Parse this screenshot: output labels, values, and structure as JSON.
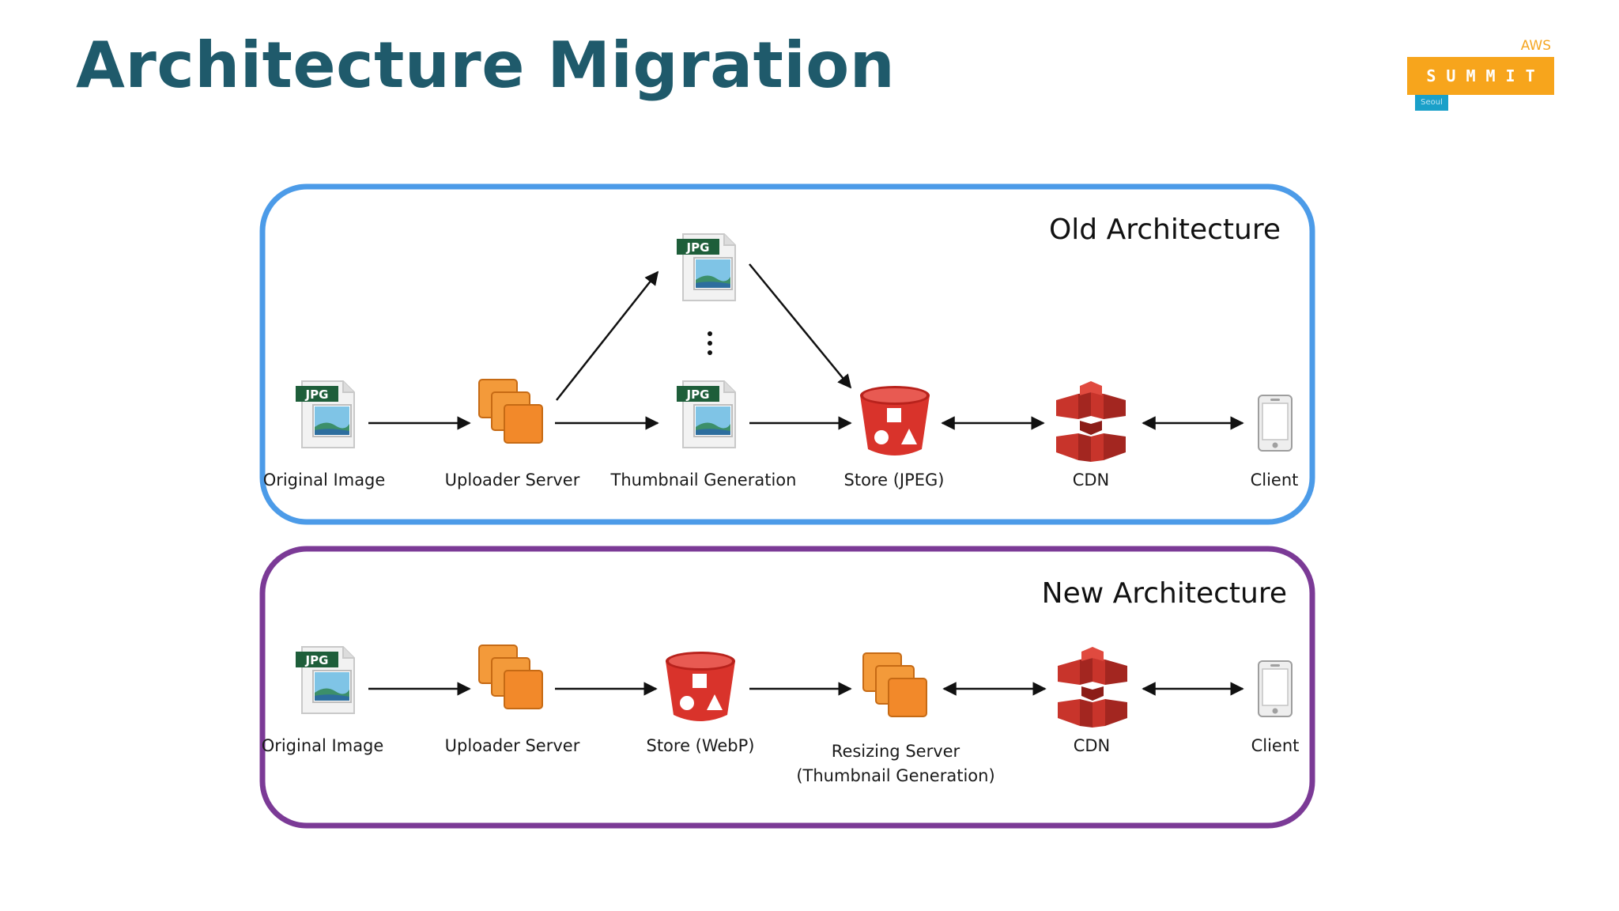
{
  "slide": {
    "title": "Architecture Migration"
  },
  "logo": {
    "aws": "AWS",
    "summit": "SUMMIT",
    "city": "Seoul"
  },
  "old_architecture": {
    "title": "Old Architecture",
    "border_color": "#4c9be8",
    "labels": {
      "original_image": "Original Image",
      "uploader_server": "Uploader Server",
      "thumbnail_generation": "Thumbnail Generation",
      "store": "Store (JPEG)",
      "cdn": "CDN",
      "client": "Client"
    },
    "jpg_badge": "JPG"
  },
  "new_architecture": {
    "title": "New Architecture",
    "border_color": "#7b3a96",
    "labels": {
      "original_image": "Original Image",
      "uploader_server": "Uploader Server",
      "store": "Store (WebP)",
      "resizing_server_line1": "Resizing Server",
      "resizing_server_line2": "(Thumbnail Generation)",
      "cdn": "CDN",
      "client": "Client"
    },
    "jpg_badge": "JPG"
  },
  "colors": {
    "title": "#1f5a6b",
    "server_orange": "#f08a24",
    "bucket_red": "#d9332b",
    "cdn_red": "#c8342b",
    "jpg_badge_green": "#1e5e3a"
  }
}
